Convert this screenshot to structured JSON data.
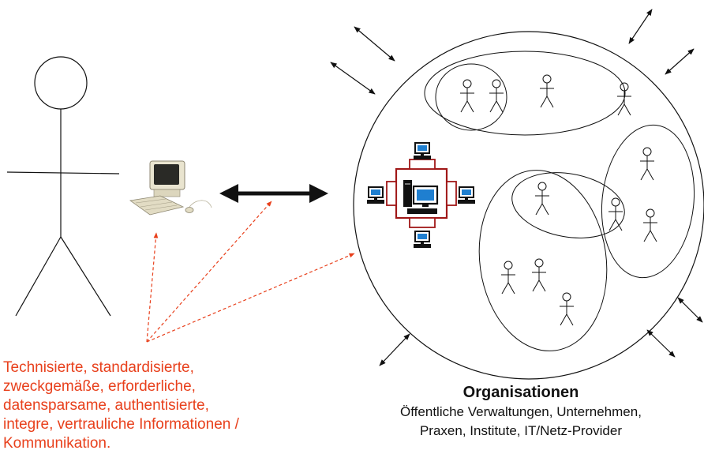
{
  "colors": {
    "caption": "#e8401c",
    "dashed_arrow": "#e8401c",
    "line": "#111111",
    "network_box": "#a01818",
    "monitor_screen": "#1f7fd0",
    "computer_beige": "#e9e4cf"
  },
  "icons": {
    "person": "person-stick-figure",
    "computer": "desktop-computer-icon",
    "network": "network-icon",
    "double_arrow": "bidirectional-arrow"
  },
  "caption": {
    "lines": [
      "Technisierte, standardisierte,",
      "zweckgemäße, erforderliche,",
      "datensparsame, authentisierte,",
      "integre, vertrauliche Informationen /",
      "Kommunikation."
    ]
  },
  "organisation": {
    "title": "Organisationen",
    "subtitle_lines": [
      "Öffentliche Verwaltungen, Unternehmen,",
      "Praxen, Institute, IT/Netz-Provider"
    ]
  }
}
